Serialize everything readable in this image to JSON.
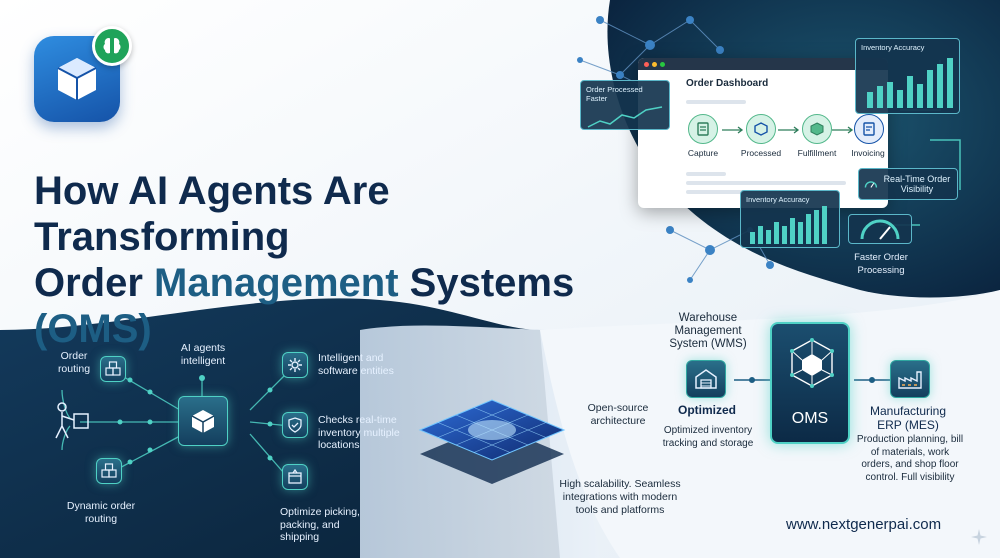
{
  "title": {
    "line1": "How AI Agents Are Transforming",
    "line2a": "Order ",
    "line2b": "Management",
    "line2c": " Systems ",
    "line2d": "(OMS)"
  },
  "dashboard": {
    "header": "Order Dashboard",
    "steps": [
      "Capture",
      "Processed",
      "Fulfillment",
      "Invoicing"
    ],
    "order_processed_faster": "Order Processed Faster",
    "inventory_accuracy_top": "Inventory Accuracy",
    "inventory_accuracy_bottom": "Inventory Accuracy",
    "realtime_visibility": "Real-Time Order Visibility",
    "faster_order_processing": "Faster Order Processing"
  },
  "agents": {
    "order_routing": "Order routing",
    "ai_agents": "AI agents intelligent",
    "intelligent_entities": "Intelligent and software entities",
    "checks_inventory": "Checks real-time inventory multiple locations",
    "optimize_picking": "Optimize picking, packing, and shipping",
    "dynamic_routing": "Dynamic order routing"
  },
  "platform": {
    "open_source": "Open-source architecture",
    "scalability": "High scalability. Seamless integrations with modern tools and platforms"
  },
  "oms": {
    "wms_title": "Warehouse Management System (WMS)",
    "optimized": "Optimized",
    "optimized_desc": "Optimized inventory tracking and storage",
    "center": "OMS",
    "erp_title": "Manufacturing ERP (MES)",
    "erp_desc": "Production planning, bill of materials, work orders, and shop floor control. Full visibility"
  },
  "footer": {
    "url": "www.nextgenerpai.com"
  },
  "colors": {
    "navy": "#0f2a4d",
    "teal": "#4fd1c5",
    "accent": "#1d5e84"
  }
}
